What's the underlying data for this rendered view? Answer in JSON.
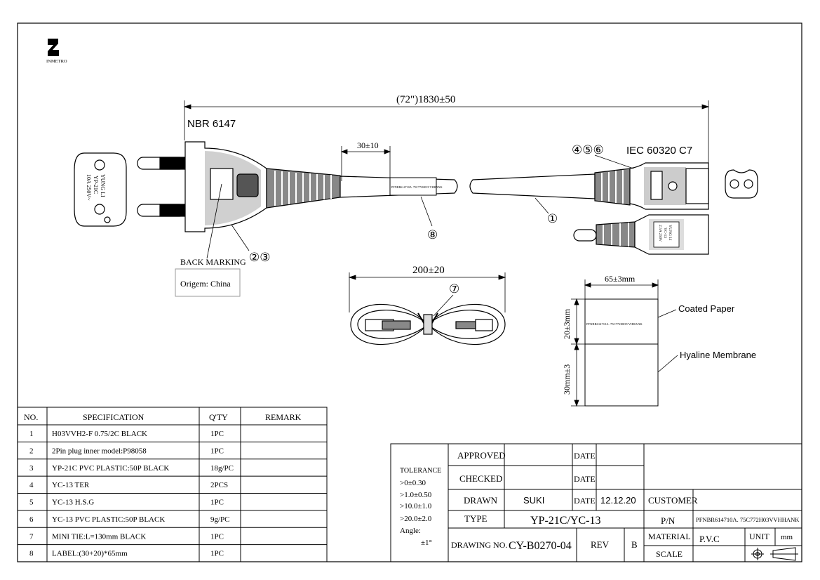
{
  "logo": {
    "text": "INMETRO"
  },
  "dimensions": {
    "total_length": "(72\")1830±50",
    "strip_length": "30±10",
    "bundle_length": "200±20",
    "label_width": "65±3mm",
    "label_paper_height": "20±3mm",
    "label_membrane_height": "30mm±3"
  },
  "standards": {
    "plug": "NBR 6147",
    "connector": "IEC 60320 C7"
  },
  "callouts": {
    "cable": "①",
    "plug_parts": "②③",
    "connector_parts": "④⑤⑥",
    "tie": "⑦",
    "label": "⑧"
  },
  "plug_face": {
    "brand": "YUNG LI",
    "model": "YP-21C",
    "rating": "10A 250V~"
  },
  "connector_face": {
    "brand": "YUNG LI",
    "model": "YC-13",
    "rating": "2.5A 250V"
  },
  "back_marking": {
    "title": "BACK MARKING",
    "text": "Origem: China"
  },
  "label_text": "PFNBR614710A. 75C772H03VVHHANK",
  "label_parts": {
    "paper": "Coated Paper",
    "membrane": "Hyaline Membrane"
  },
  "bom": {
    "headers": [
      "NO.",
      "SPECIFICATION",
      "Q'TY",
      "REMARK"
    ],
    "rows": [
      [
        "1",
        "H03VVH2-F 0.75/2C BLACK",
        "1PC",
        ""
      ],
      [
        "2",
        "2Pin plug inner model:P98058",
        "1PC",
        ""
      ],
      [
        "3",
        "YP-21C PVC PLASTIC:50P BLACK",
        "18g/PC",
        ""
      ],
      [
        "4",
        "YC-13 TER",
        "2PCS",
        ""
      ],
      [
        "5",
        "YC-13 H.S.G",
        "1PC",
        ""
      ],
      [
        "6",
        "YC-13 PVC PLASTIC:50P BLACK",
        "9g/PC",
        ""
      ],
      [
        "7",
        "MINI TIE:L=130mm BLACK",
        "1PC",
        ""
      ],
      [
        "8",
        "LABEL:(30+20)*65mm",
        "1PC",
        ""
      ]
    ]
  },
  "title_block": {
    "tolerance": {
      "title": "TOLERANCE",
      "lines": [
        ">0±0.30",
        ">1.0±0.50",
        ">10.0±1.0",
        ">20.0±2.0",
        "Angle:",
        "±1°"
      ]
    },
    "approved_label": "APPROVED",
    "checked_label": "CHECKED",
    "drawn_label": "DRAWN",
    "drawn_value": "SUKI",
    "date_label": "DATE",
    "date_value": "12.12.20",
    "type_label": "TYPE",
    "type_value": "YP-21C/YC-13",
    "drawing_no_label": "DRAWING NO.",
    "drawing_no_value": "CY-B0270-04",
    "rev_label": "REV",
    "rev_value": "B",
    "customer_label": "CUSTOMER",
    "pn_label": "P/N",
    "pn_value": "PFNBR614710A. 75C772H03VVHHANK",
    "material_label": "MATERIAL",
    "material_value": "P.V.C",
    "unit_label": "UNIT",
    "unit_value": "mm",
    "scale_label": "SCALE"
  }
}
